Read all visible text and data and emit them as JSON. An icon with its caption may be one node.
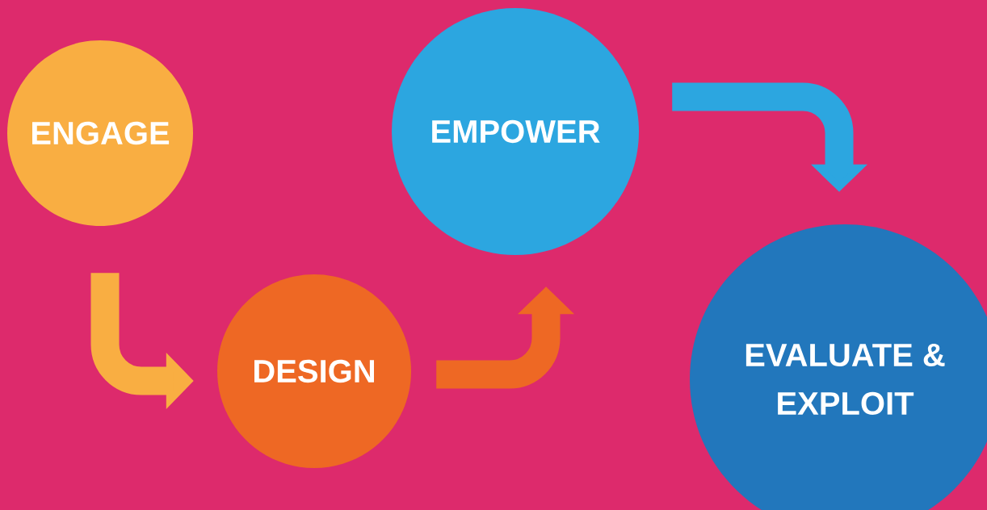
{
  "diagram": {
    "nodes": [
      {
        "text": [
          "ENGAGE"
        ]
      },
      {
        "text": [
          "DESIGN"
        ]
      },
      {
        "text": [
          "EMPOWER"
        ]
      },
      {
        "text": [
          "EVALUATE & EXPLOIT"
        ]
      }
    ],
    "edges": [
      {
        "from": 0,
        "to": 1,
        "arrow": "to",
        "color": "#f9ae42"
      },
      {
        "from": 1,
        "to": 2,
        "arrow": "to",
        "color": "#ee6824"
      },
      {
        "from": 2,
        "to": 3,
        "arrow": "to",
        "color": "#2ca6e0"
      }
    ]
  }
}
